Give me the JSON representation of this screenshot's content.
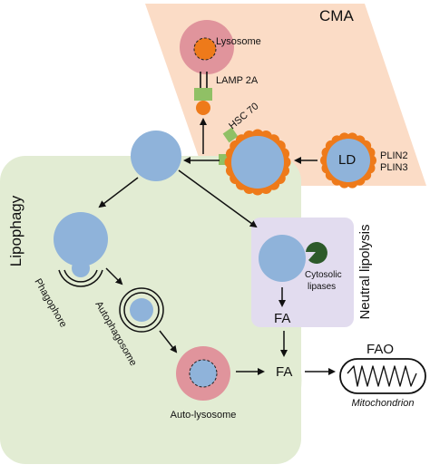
{
  "colors": {
    "cma_bg": "#fbdcc6",
    "lipophagy_bg": "#e2ecd3",
    "neutral_bg": "#e2dcef",
    "lipid_droplet": "#8fb3da",
    "lysosome": "#e0949c",
    "orange": "#ee7a1a",
    "hsc70_green": "#90c065",
    "lipase_dark_green": "#2d5a2a"
  },
  "cma": {
    "title": "CMA",
    "lysosome": "Lysosome",
    "lamp2a": "LAMP 2A",
    "hsc70": "HSC 70",
    "ld": "LD",
    "plin2": "PLIN2",
    "plin3": "PLIN3"
  },
  "lipophagy": {
    "title": "Lipophagy",
    "phagophore": "Phagophore",
    "autophagosome": "Autophagosome",
    "autolysosome": "Auto-lysosome",
    "fa": "FA"
  },
  "neutral": {
    "title": "Neutral lipolysis",
    "cytosolic": "Cytosolic",
    "lipases": "lipases",
    "fa": "FA"
  },
  "fao": {
    "title": "FAO",
    "mitochondrion": "Mitochondrion"
  }
}
